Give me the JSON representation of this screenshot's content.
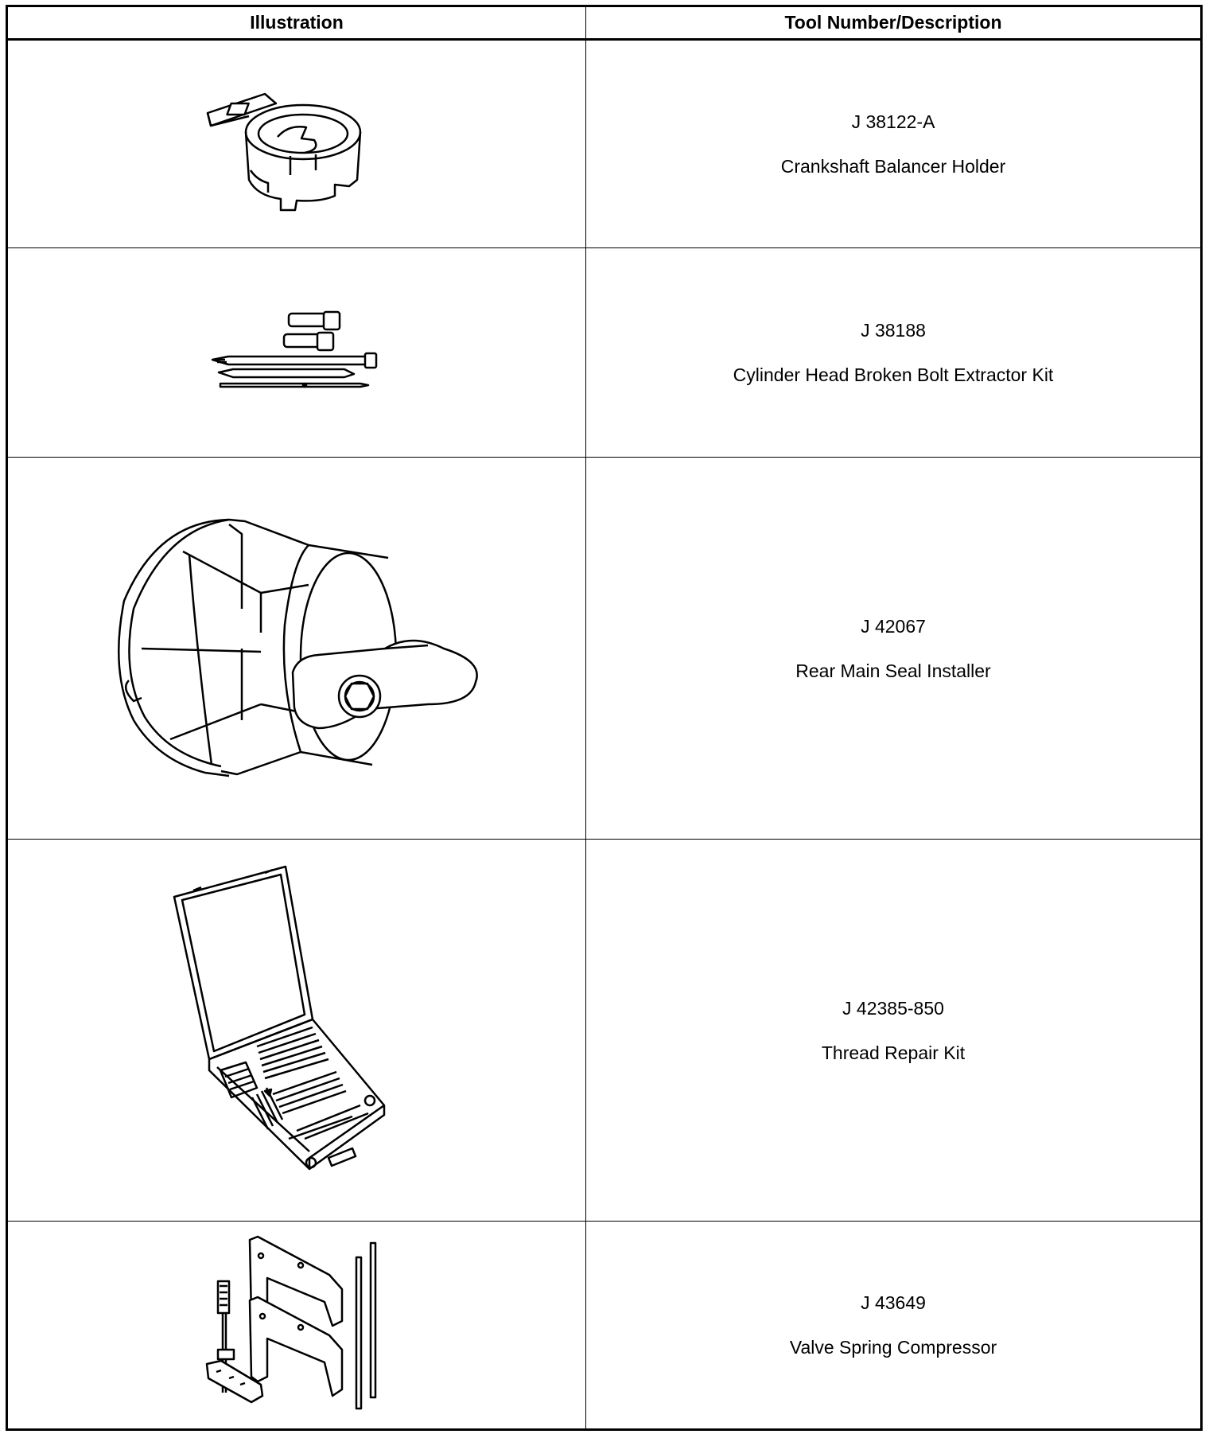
{
  "table": {
    "headers": {
      "illustration": "Illustration",
      "tool": "Tool Number/Description"
    },
    "rows": [
      {
        "number": "J 38122-A",
        "description": "Crankshaft Balancer Holder",
        "icon": "crankshaft-balancer-holder-icon"
      },
      {
        "number": "J 38188",
        "description": "Cylinder Head Broken Bolt Extractor Kit",
        "icon": "bolt-extractor-kit-icon"
      },
      {
        "number": "J 42067",
        "description": "Rear Main Seal Installer",
        "icon": "rear-main-seal-installer-icon"
      },
      {
        "number": "J 42385-850",
        "description": "Thread Repair Kit",
        "icon": "thread-repair-kit-icon"
      },
      {
        "number": "J 43649",
        "description": "Valve Spring Compressor",
        "icon": "valve-spring-compressor-icon"
      }
    ]
  }
}
